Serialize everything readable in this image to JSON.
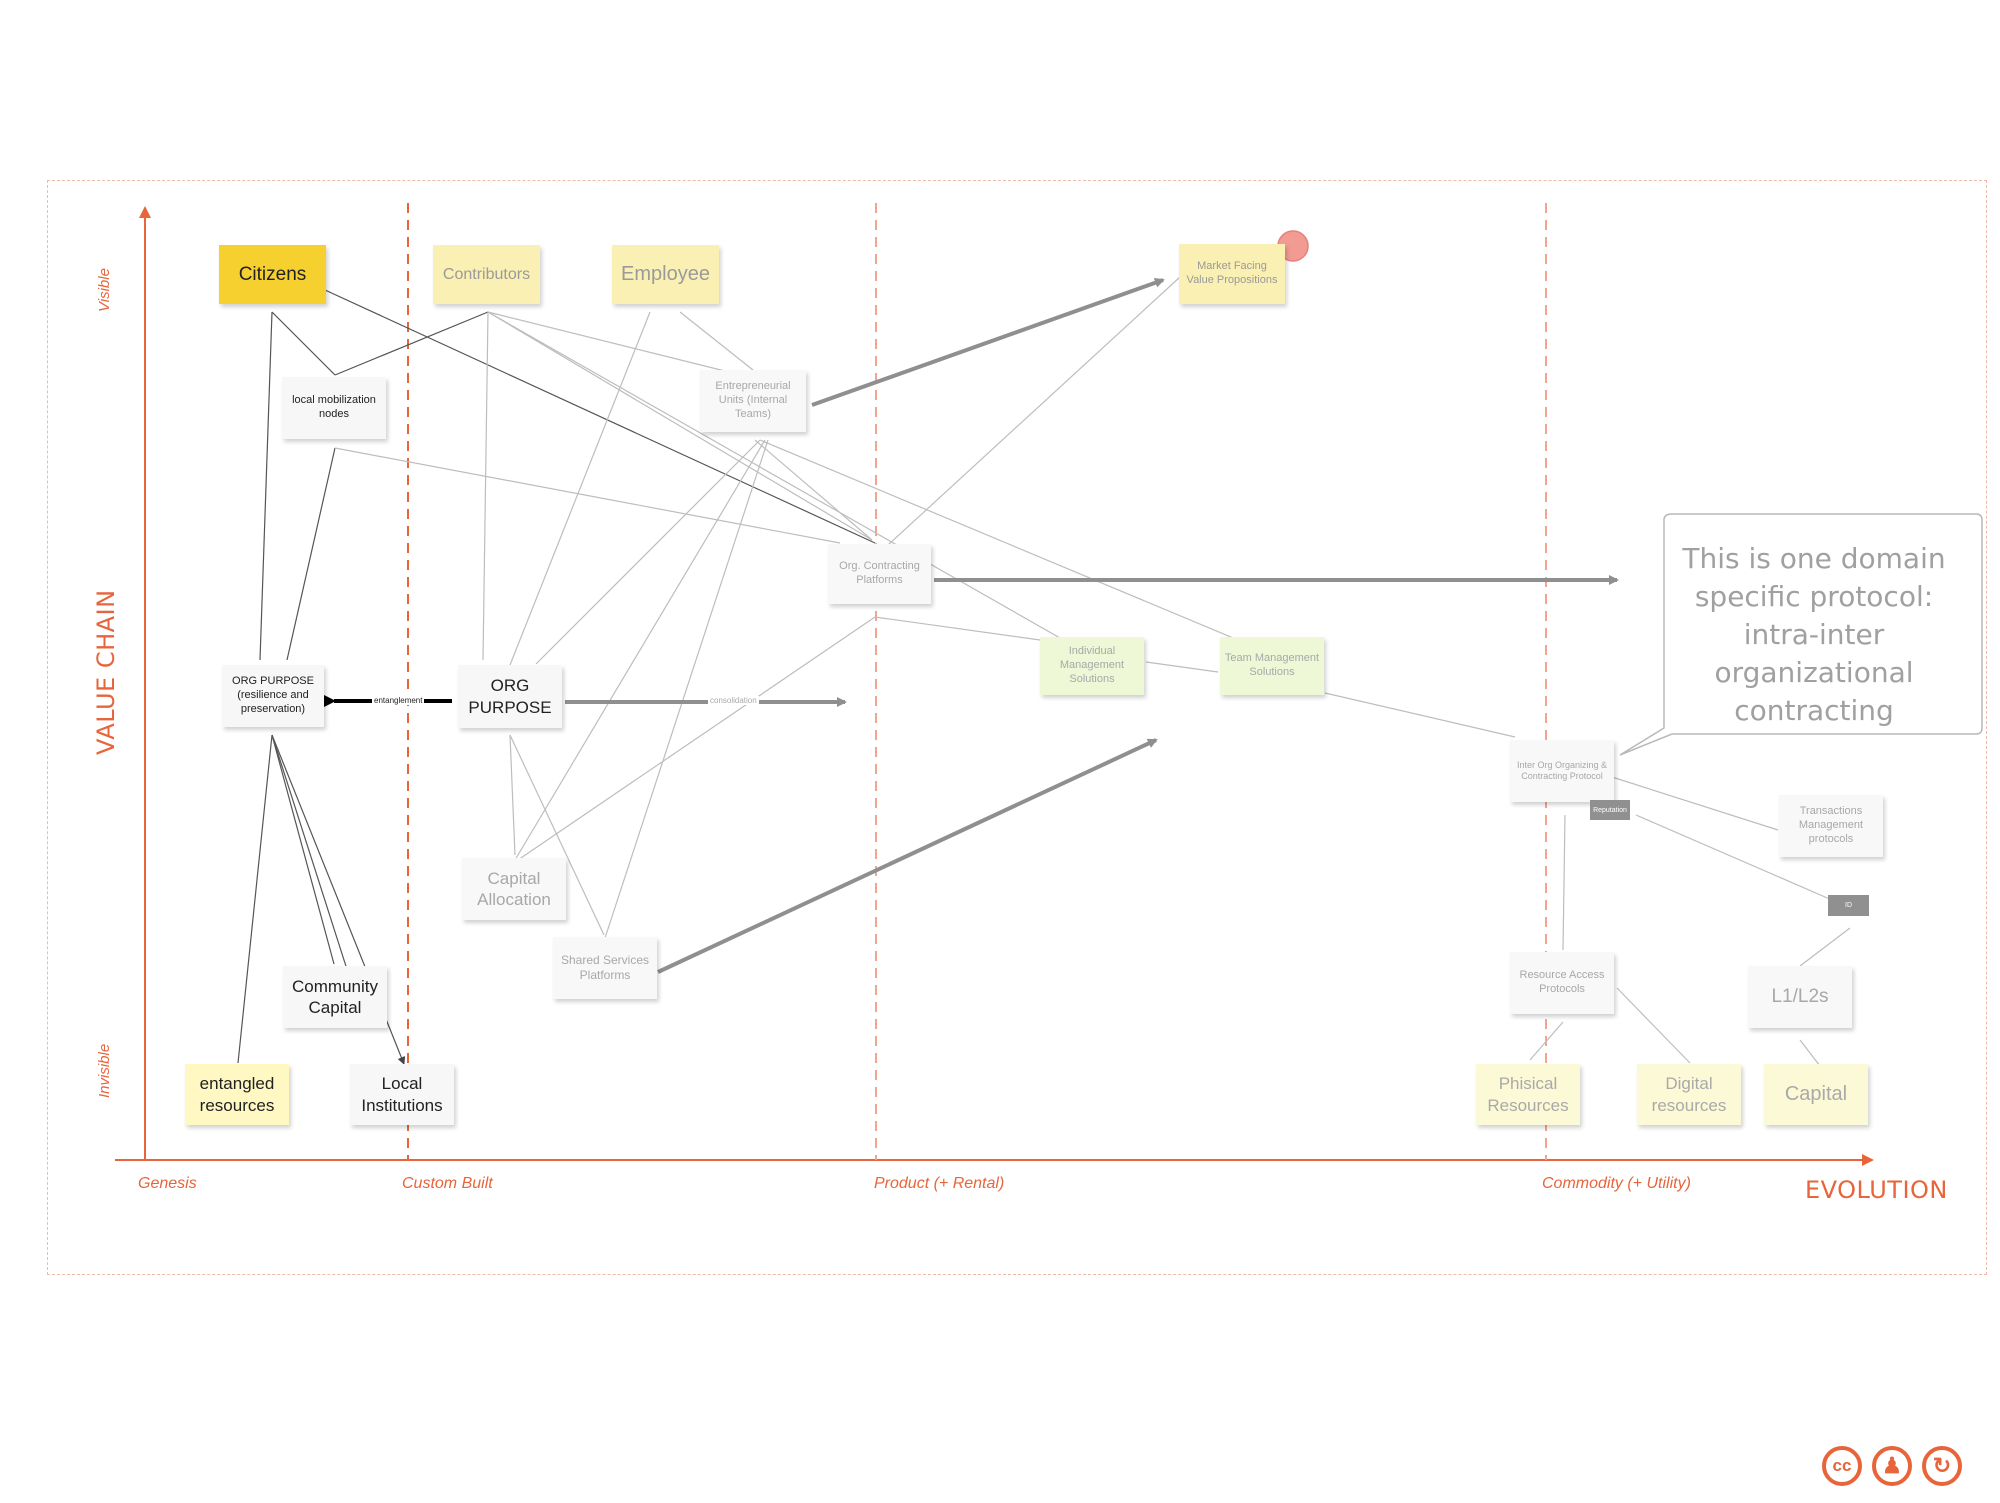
{
  "axes": {
    "y_title": "VALUE CHAIN",
    "x_title": "EVOLUTION",
    "visible": "Visible",
    "invisible": "Invisible",
    "stages": [
      "Genesis",
      "Custom Built",
      "Product (+ Rental)",
      "Commodity (+ Utility)"
    ]
  },
  "nodes": {
    "citizens": "Citizens",
    "contributors": "Contributors",
    "employee": "Employee",
    "market_facing": "Market Facing Value Propositions",
    "local_mobilization": "local mobilization nodes",
    "entrepreneurial_units": "Entrepreneurial Units (Internal Teams)",
    "org_contracting": "Org. Contracting Platforms",
    "individual_mgmt": "Individual Management Solutions",
    "team_mgmt": "Team Management Solutions",
    "org_purpose_resilience": "ORG PURPOSE (resilience and preservation)",
    "org_purpose": "ORG PURPOSE",
    "capital_allocation": "Capital Allocation",
    "shared_services": "Shared Services Platforms",
    "community_capital": "Community Capital",
    "entangled_resources": "entangled resources",
    "local_institutions": "Local Institutions",
    "inter_org": "Inter Org Organizing & Contracting Protocol",
    "transactions_mgmt": "Transactions Management protocols",
    "resource_access": "Resource Access Protocols",
    "l1l2": "L1/L2s",
    "phisical_resources": "Phisical Resources",
    "digital_resources": "Digital resources",
    "capital": "Capital"
  },
  "tags": {
    "reputation": "Reputation",
    "id": "ID"
  },
  "edge_labels": {
    "entanglement": "entanglement",
    "consolidation": "consolidation"
  },
  "callout": "This is one domain specific protocol: intra-inter organizational contracting",
  "license_icons": [
    "cc-icon",
    "by-icon",
    "sa-icon"
  ],
  "colors": {
    "axis": "#e8643a",
    "sticky_yellow": "#f6d02f",
    "sticky_pale": "#faf0b4",
    "sticky_green": "#eef8d7"
  }
}
